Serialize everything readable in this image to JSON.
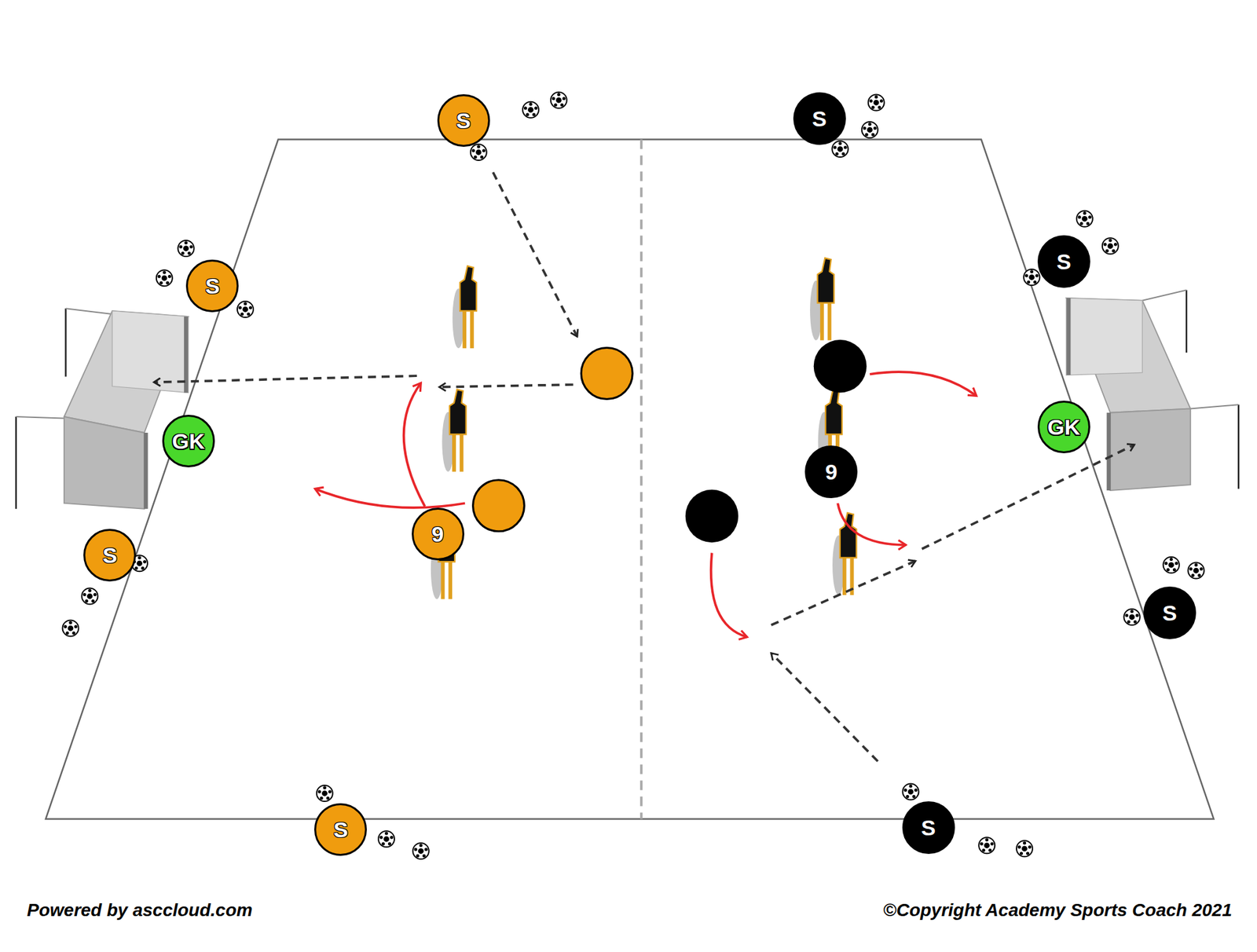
{
  "diagram": {
    "nodes": [
      {
        "text": [
          "S"
        ]
      },
      {
        "text": [
          "S"
        ]
      },
      {
        "text": [
          "S"
        ]
      },
      {
        "text": [
          "S"
        ]
      },
      {
        "text": [
          "GK"
        ]
      },
      {
        "text": [
          "GK"
        ]
      },
      {
        "text": [
          "9"
        ]
      },
      {
        "text": [
          "9"
        ]
      },
      {
        "text": [
          "S"
        ]
      },
      {
        "text": [
          "S"
        ]
      },
      {
        "text": [
          "S"
        ]
      },
      {
        "text": [
          "S"
        ]
      }
    ],
    "labels": [
      "Powered by asccloud.com",
      "©Copyright Academy Sports Coach 2021"
    ]
  }
}
